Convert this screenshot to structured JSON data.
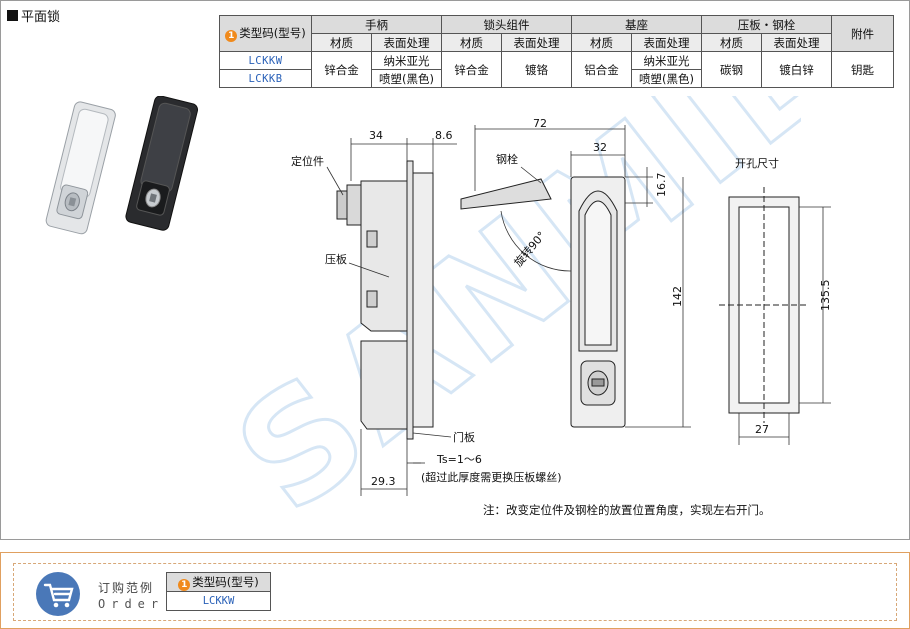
{
  "title": "平面锁",
  "spec_table": {
    "type_code_label": "类型码(型号)",
    "badge": "1",
    "groups": [
      "手柄",
      "锁头组件",
      "基座",
      "压板・钢栓",
      "附件"
    ],
    "sub_headers": [
      "材质",
      "表面处理",
      "材质",
      "表面处理",
      "材质",
      "表面处理",
      "材质",
      "表面处理"
    ],
    "codes": [
      "LCKKW",
      "LCKKB"
    ],
    "handle_material": "锌合金",
    "handle_finish": [
      "纳米亚光",
      "喷塑(黑色)"
    ],
    "lock_material": "锌合金",
    "lock_finish": "镀铬",
    "base_material": "铝合金",
    "base_finish": [
      "纳米亚光",
      "喷塑(黑色)"
    ],
    "plate_material": "碳钢",
    "plate_finish": "镀白锌",
    "accessory": "钥匙"
  },
  "drawing": {
    "labels": {
      "positioner": "定位件",
      "pressure_plate": "压板",
      "door_panel": "门板",
      "steel_bolt": "钢栓",
      "rotate": "旋转90°",
      "cutout": "开孔尺寸",
      "ts": "Ts=1～6",
      "ts_note": "(超过此厚度需更换压板螺丝)"
    },
    "dims": {
      "d34": "34",
      "d8_6": "8.6",
      "d72": "72",
      "d32": "32",
      "d16_7": "16.7",
      "d142": "142",
      "d29_3": "29.3",
      "d135_5": "135.5",
      "d27": "27"
    }
  },
  "note": "注：改变定位件及钢栓的放置位置角度，实现左右开门。",
  "order": {
    "title_cn": "订购范例",
    "title_en": "Order",
    "header": "类型码(型号)",
    "badge": "1",
    "example": "LCKKW"
  },
  "colors": {
    "badge": "#f08a1c",
    "code_blue": "#2a61b8",
    "order_border": "#e0a060",
    "cart": "#4a78b8"
  }
}
